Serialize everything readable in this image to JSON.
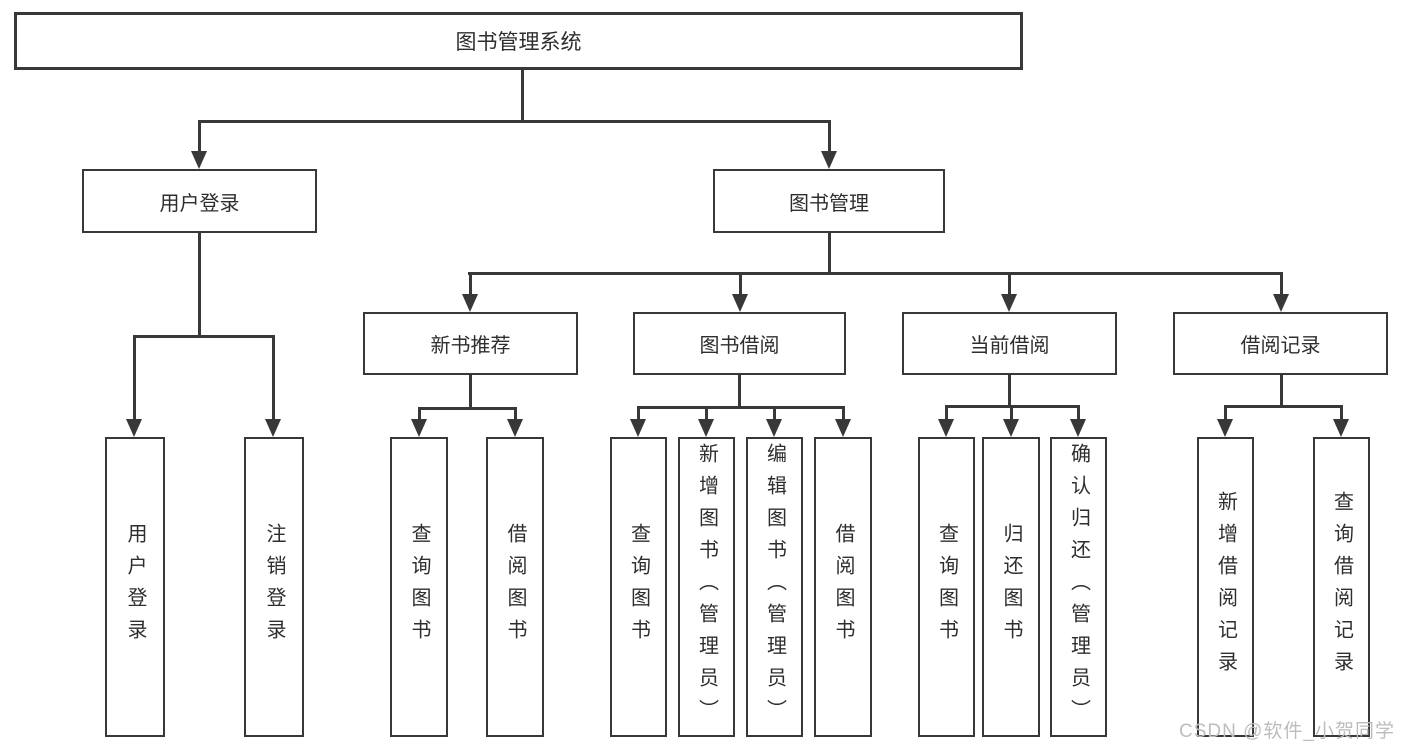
{
  "colors": {
    "line": "#383838",
    "box_border": "#383838",
    "text": "#2e2e2e",
    "watermark": "#bdbdbd"
  },
  "tree": {
    "root": {
      "label": "图书管理系统"
    },
    "children": [
      {
        "label": "用户登录",
        "children": [
          {
            "label": "用户登录"
          },
          {
            "label": "注销登录"
          }
        ]
      },
      {
        "label": "图书管理",
        "children": [
          {
            "label": "新书推荐",
            "children": [
              {
                "label": "查询图书"
              },
              {
                "label": "借阅图书"
              }
            ]
          },
          {
            "label": "图书借阅",
            "children": [
              {
                "label": "查询图书"
              },
              {
                "label": "新增图书（管理员）"
              },
              {
                "label": "编辑图书（管理员）"
              },
              {
                "label": "借阅图书"
              }
            ]
          },
          {
            "label": "当前借阅",
            "children": [
              {
                "label": "查询图书"
              },
              {
                "label": "归还图书"
              },
              {
                "label": "确认归还（管理员）"
              }
            ]
          },
          {
            "label": "借阅记录",
            "children": [
              {
                "label": "新增借阅记录"
              },
              {
                "label": "查询借阅记录"
              }
            ]
          }
        ]
      }
    ]
  },
  "watermark": {
    "text": "CSDN @软件_小贺同学"
  }
}
